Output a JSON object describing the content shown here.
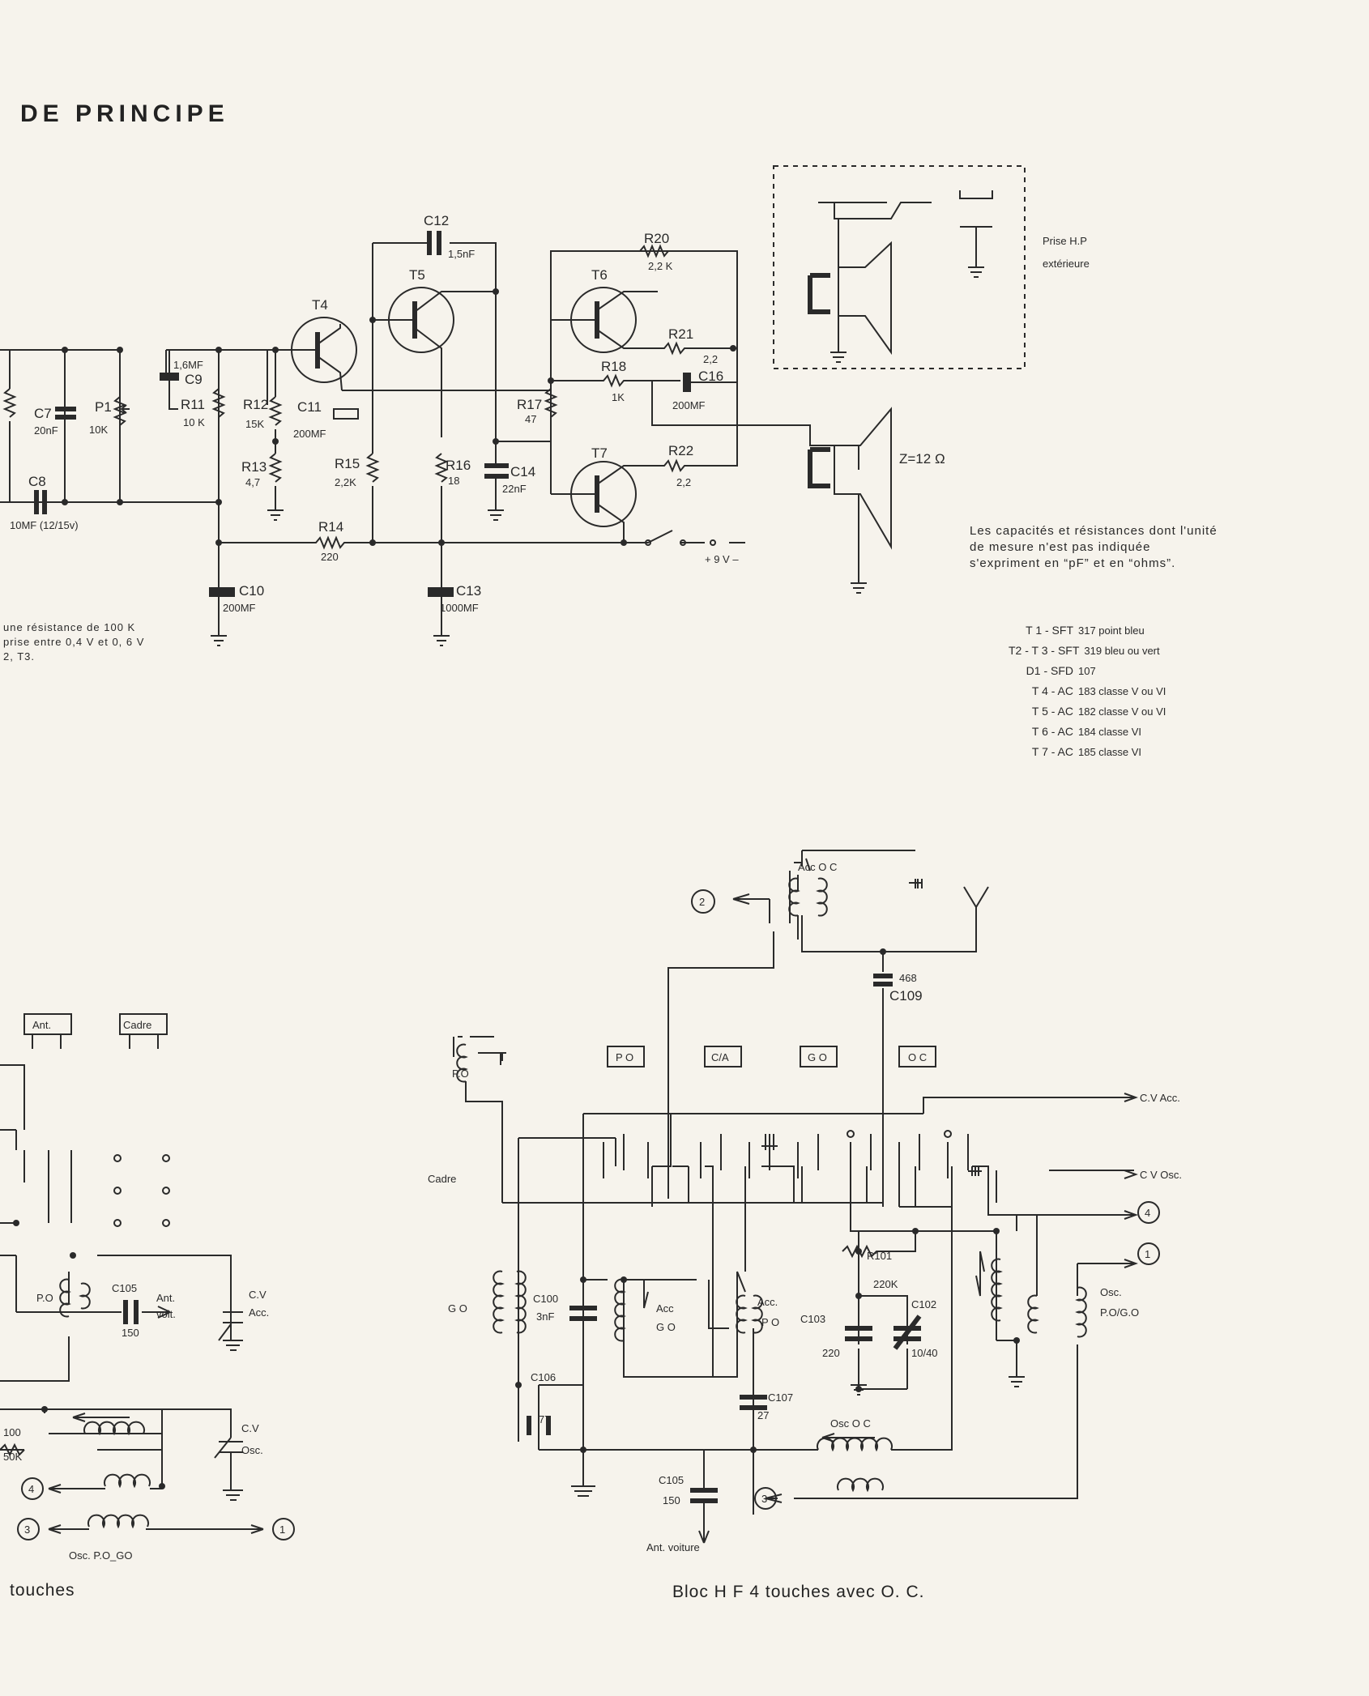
{
  "title": "DE PRINCIPE",
  "amp": {
    "components": {
      "C12": "C12",
      "C12v": "1,5nF",
      "R20": "R20",
      "R20v": "2,2 K",
      "T4": "T4",
      "T5": "T5",
      "T6": "T6",
      "T7": "T7",
      "R21": "R21",
      "R21v": "2,2",
      "R18": "R18",
      "R18v": "1K",
      "C16": "C16",
      "C16v": "200MF",
      "R17": "R17",
      "R17v": "47",
      "R22": "R22",
      "R22v": "2,2",
      "C9v": "1,6MF",
      "C9": "C9",
      "C7": "C7",
      "C7v": "20nF",
      "P1": "P1",
      "P1v": "10K",
      "R11": "R11",
      "R11v": "10 K",
      "R12": "R12",
      "R12v": "15K",
      "C11": "C11",
      "C11v": "200MF",
      "R13": "R13",
      "R13v": "4,7",
      "R15": "R15",
      "R15v": "2,2K",
      "R16": "R16",
      "R16v": "18",
      "C14": "C14",
      "C14v": "22nF",
      "C8": "C8",
      "C8v": "10MF (12/15v)",
      "R14": "R14",
      "R14v": "220",
      "C10": "C10",
      "C10v": "200MF",
      "C13": "C13",
      "C13v": "1000MF",
      "supply": "+ 9 V –",
      "Z": "Z=12 Ω"
    },
    "hp_label_1": "Prise H.P",
    "hp_label_2": "extérieure",
    "note_units": [
      "Les capacités et résistances dont l'unité",
      "de mesure n'est pas indiquée",
      "s'expriment en “pF” et en “ohms”."
    ],
    "note_left": [
      "une résistance de 100 K",
      "",
      "prise entre 0,4 V et 0, 6 V",
      "2, T3."
    ]
  },
  "parts_list": [
    {
      "code": "T 1 - SFT",
      "type": "317 point bleu"
    },
    {
      "code": "T2 - T 3 - SFT",
      "type": "319 bleu ou vert"
    },
    {
      "code": "D1 - SFD",
      "type": "107"
    },
    {
      "code": "T 4 - AC",
      "type": "183 classe V ou VI"
    },
    {
      "code": "T 5 - AC",
      "type": "182 classe V ou VI"
    },
    {
      "code": "T 6 - AC",
      "type": "184 classe VI"
    },
    {
      "code": "T 7 - AC",
      "type": "185 classe VI"
    }
  ],
  "hf_right": {
    "acc_oc": "Acc O C",
    "n2": "2",
    "n4": "4",
    "n1": "1",
    "n3": "3",
    "C109": "C109",
    "C109v": "468",
    "keys": [
      "P O",
      "C/A",
      "G O",
      "O C"
    ],
    "po": "P.O",
    "cadre": "Cadre",
    "go": "G O",
    "cv_acc": "C.V  Acc.",
    "cv_osc": "C V  Osc.",
    "R101": "R101",
    "R101v": "220K",
    "C100": "C100",
    "C100v": "3nF",
    "acc_go_1": "Acc",
    "acc_go_2": "G O",
    "acc_po_1": "Acc.",
    "acc_po_2": "P O",
    "C103": "C103",
    "C103v": "220",
    "C102": "C102",
    "C102v": "10/40",
    "osc_pogo_1": "Osc.",
    "osc_pogo_2": "P.O/G.O",
    "C106": "C106",
    "C106v": "77",
    "C107": "C107",
    "C107v": "27",
    "osc_oc": "Osc  O C",
    "C105": "C105",
    "C105v": "150",
    "ant_voiture": "Ant.  voiture",
    "caption": "Bloc H F 4 touches avec O. C."
  },
  "hf_left": {
    "keys": [
      "Ant.",
      "Cadre"
    ],
    "po": "P.O",
    "C105": "C105",
    "C105v": "150",
    "ant_voit_1": "Ant.",
    "ant_voit_2": "voit.",
    "cv_acc_1": "C.V",
    "cv_acc_2": "Acc.",
    "cv_osc_1": "C.V",
    "cv_osc_2": "Osc.",
    "r100": "100",
    "r100v": "50K",
    "n4": "4",
    "n3": "3",
    "n1": "1",
    "osc_pogo": "Osc. P.O_GO",
    "caption": "touches"
  }
}
